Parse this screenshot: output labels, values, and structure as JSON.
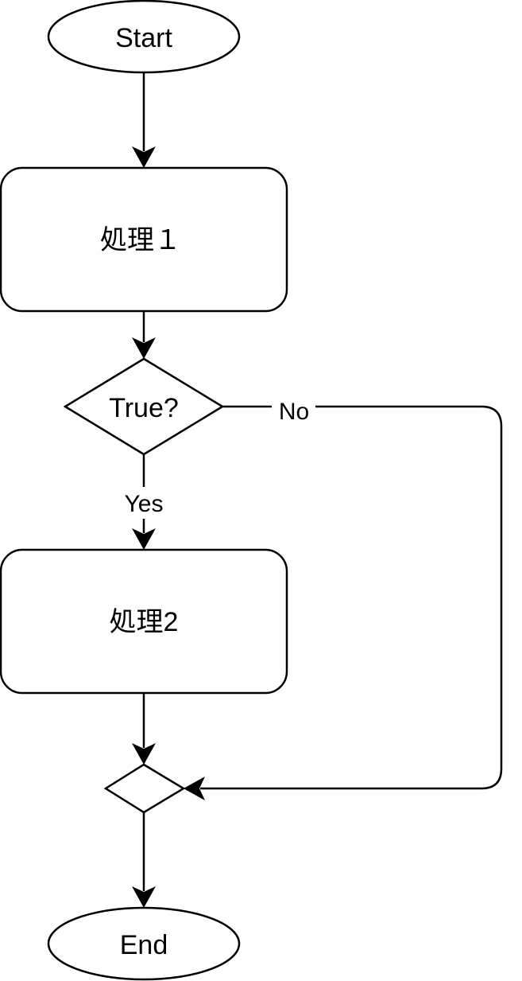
{
  "nodes": {
    "start": "Start",
    "process1": "処理１",
    "decision": "True?",
    "process2": "処理2",
    "merge": "",
    "end": "End"
  },
  "edges": {
    "yes_label": "Yes",
    "no_label": "No"
  },
  "colors": {
    "stroke": "#000000",
    "fill": "#ffffff"
  }
}
